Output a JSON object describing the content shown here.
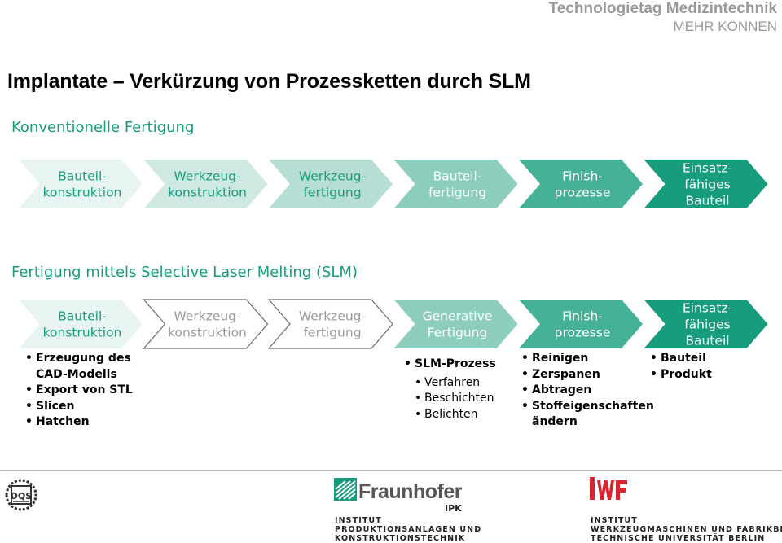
{
  "header": {
    "title": "Technologietag Medizintechnik",
    "subtitle": "MEHR KÖNNEN"
  },
  "main_title": "Implantate – Verkürzung von Prozessketten durch SLM",
  "section1": {
    "title": "Konventionelle Fertigung",
    "steps": [
      {
        "lines": [
          "Bauteil-",
          "konstruktion"
        ],
        "fill": "#e8f4f1",
        "text": "#179c7d"
      },
      {
        "lines": [
          "Werkzeug-",
          "konstruktion"
        ],
        "fill": "#cfe9e2",
        "text": "#179c7d"
      },
      {
        "lines": [
          "Werkzeug-",
          "fertigung"
        ],
        "fill": "#b6ded4",
        "text": "#179c7d"
      },
      {
        "lines": [
          "Bauteil-",
          "fertigung"
        ],
        "fill": "#8ccdbd",
        "text": "#ffffff"
      },
      {
        "lines": [
          "Finish-",
          "prozesse"
        ],
        "fill": "#45b196",
        "text": "#ffffff"
      },
      {
        "lines": [
          "Einsatz-",
          "fähiges",
          "Bauteil"
        ],
        "fill": "#179c7d",
        "text": "#ffffff"
      }
    ]
  },
  "section2": {
    "title": "Fertigung mittels Selective Laser Melting (SLM)",
    "steps": [
      {
        "lines": [
          "Bauteil-",
          "konstruktion"
        ],
        "fill": "#e8f4f1",
        "text": "#179c7d",
        "outline": false
      },
      {
        "lines": [
          "Werkzeug-",
          "konstruktion"
        ],
        "fill": "#ffffff",
        "text": "#9a9a9a",
        "outline": true
      },
      {
        "lines": [
          "Werkzeug-",
          "fertigung"
        ],
        "fill": "#ffffff",
        "text": "#9a9a9a",
        "outline": true
      },
      {
        "lines": [
          "Generative",
          "Fertigung"
        ],
        "fill": "#8ccdbd",
        "text": "#ffffff",
        "outline": false
      },
      {
        "lines": [
          "Finish-",
          "prozesse"
        ],
        "fill": "#45b196",
        "text": "#ffffff",
        "outline": false
      },
      {
        "lines": [
          "Einsatz-",
          "fähiges",
          "Bauteil"
        ],
        "fill": "#179c7d",
        "text": "#ffffff",
        "outline": false
      }
    ],
    "list_construction": [
      "Erzeugung des CAD-Modells",
      "Export von STL",
      "Slicen",
      "Hatchen"
    ],
    "list_generative": {
      "main": "SLM-Prozess",
      "sub": [
        "Verfahren",
        "Beschichten",
        "Belichten"
      ]
    },
    "list_finish": [
      "Reinigen",
      "Zerspanen",
      "Abtragen",
      "Stoffeigenschaften ändern"
    ],
    "list_result": [
      "Bauteil",
      "Produkt"
    ]
  },
  "footer": {
    "logo_left": "DQS",
    "fraunhofer": {
      "name": "Fraunhofer",
      "unit": "IPK",
      "inst_lines": [
        "INSTITUT",
        "PRODUKTIONSANLAGEN UND",
        "KONSTRUKTIONSTECHNIK"
      ]
    },
    "iwf": {
      "logo": "iwf",
      "inst_lines": [
        "INSTITUT",
        "WERKZEUGMASCHINEN UND FABRIKBETRIEB",
        "TECHNISCHE UNIVERSITÄT BERLIN"
      ]
    }
  }
}
